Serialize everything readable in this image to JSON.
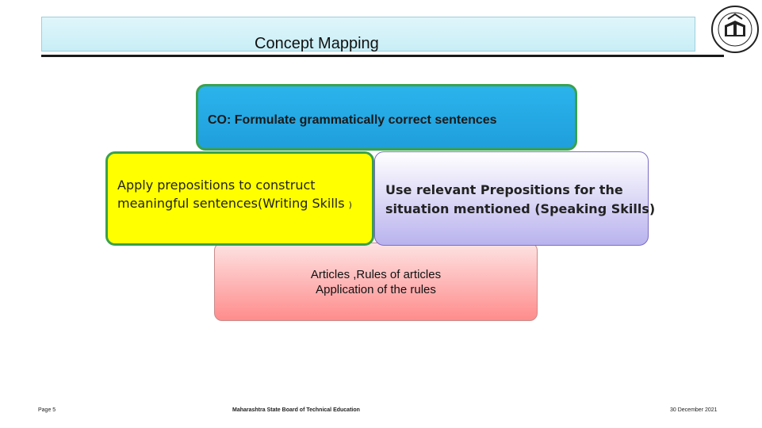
{
  "header": {
    "title": "Concept Mapping"
  },
  "diagram": {
    "co_box": "CO: Formulate grammatically correct sentences",
    "writing_box": {
      "line1": "Apply prepositions to construct",
      "line2": "meaningful sentences(Writing Skills ",
      "paren": ")"
    },
    "speaking_box": {
      "line1": "Use relevant Prepositions for the",
      "line2": "situation mentioned (Speaking Skills)"
    },
    "articles_box": {
      "line1": "Articles ,Rules of articles",
      "line2": "Application of the rules"
    }
  },
  "footer": {
    "page": "Page 5",
    "organization": "Maharashtra State Board of Technical Education",
    "date": "30 December 2021"
  },
  "colors": {
    "co_fill": "#1f9fdc",
    "writing_fill": "#ffff00",
    "speaking_fill": "#b9b3ee",
    "articles_fill": "#ff8c8c",
    "border_green": "#3aa14a"
  }
}
